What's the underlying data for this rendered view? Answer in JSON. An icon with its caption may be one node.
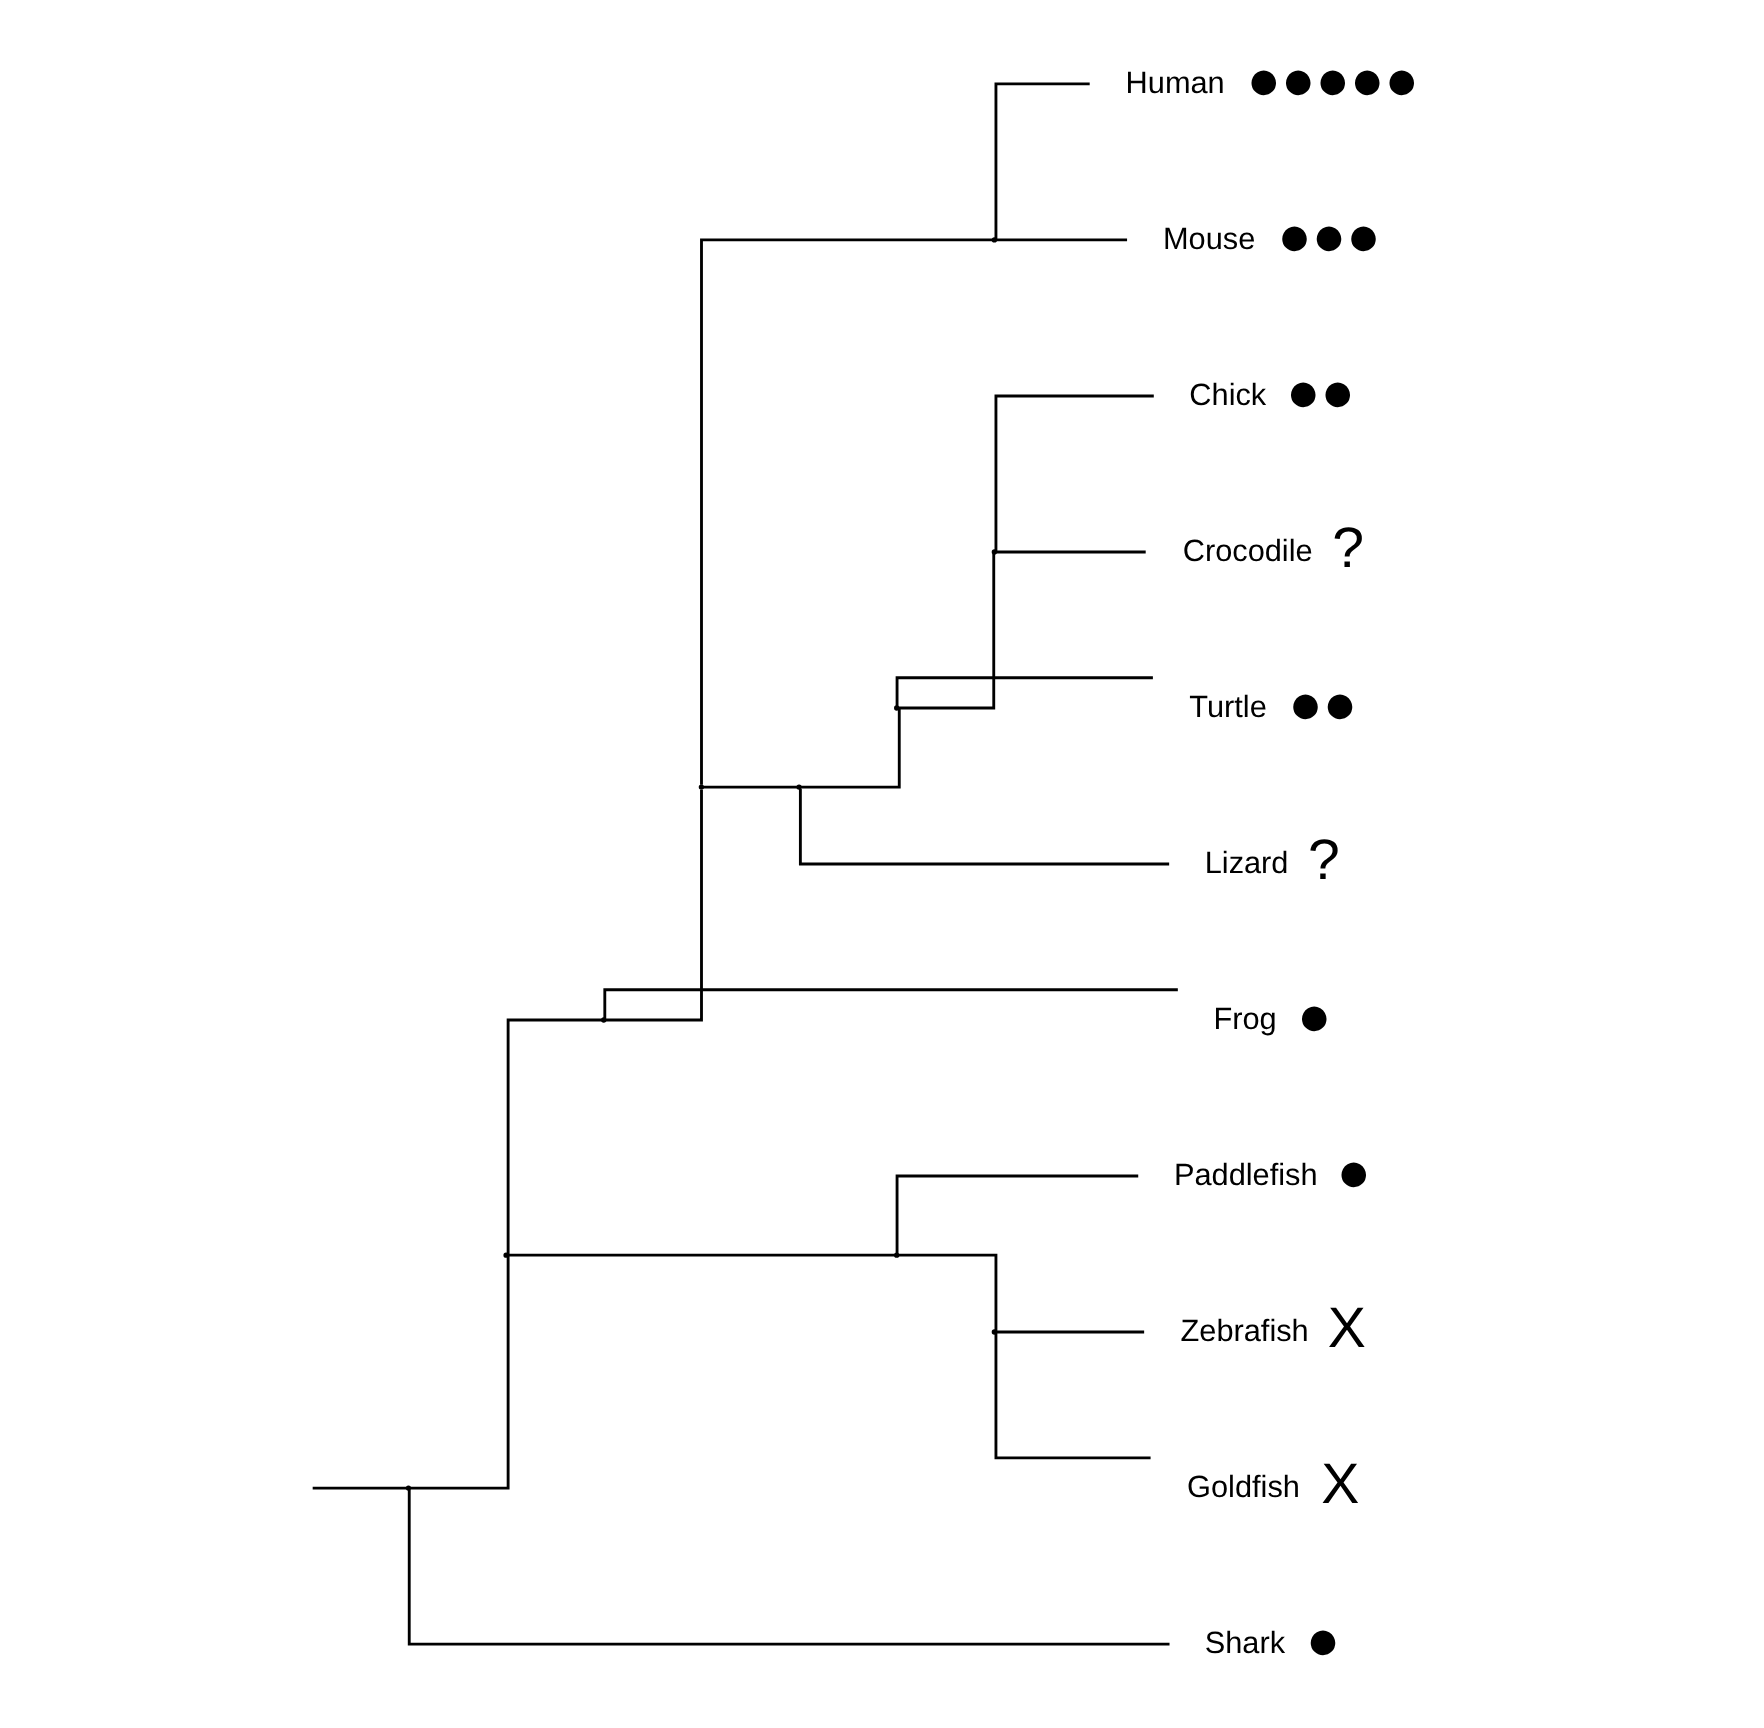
{
  "diagram": {
    "nodes": [
      {
        "text": [
          "Human"
        ],
        "beside": [
          "●●●●●"
        ]
      },
      {
        "text": [
          "Mouse"
        ],
        "beside": [
          "●●●"
        ]
      },
      {
        "text": [
          "Chick"
        ],
        "beside": [
          "●●"
        ]
      },
      {
        "text": [
          "Crocodile"
        ],
        "beside": [
          "?"
        ]
      },
      {
        "text": [
          "Turtle"
        ],
        "beside": [
          "●●"
        ]
      },
      {
        "text": [
          "Lizard"
        ],
        "beside": [
          "?"
        ]
      },
      {
        "text": [
          "Frog"
        ],
        "beside": [
          "●"
        ]
      },
      {
        "text": [
          "Paddlefish"
        ],
        "beside": [
          "●"
        ]
      },
      {
        "text": [
          "Zebrafish"
        ],
        "beside": [
          "X"
        ]
      },
      {
        "text": [
          "Goldfish"
        ],
        "beside": [
          "X"
        ]
      },
      {
        "text": [
          "Shark"
        ],
        "beside": [
          "●"
        ]
      },
      {
        "text": [],
        "shape": "point"
      },
      {
        "text": [],
        "shape": "point"
      },
      {
        "text": [],
        "shape": "point"
      },
      {
        "text": [],
        "shape": "point"
      },
      {
        "text": [],
        "shape": "point"
      },
      {
        "text": [],
        "shape": "point"
      },
      {
        "text": [],
        "shape": "point"
      },
      {
        "text": [],
        "shape": "point"
      },
      {
        "text": [],
        "shape": "point"
      },
      {
        "text": [],
        "shape": "point"
      }
    ],
    "edges": [
      {
        "from": null,
        "to": 11,
        "arrow": "none"
      },
      {
        "from": 11,
        "to": 12,
        "arrow": "none"
      },
      {
        "from": 11,
        "to": 10,
        "arrow": "none"
      },
      {
        "from": 12,
        "to": 13,
        "arrow": "none"
      },
      {
        "from": 12,
        "to": 14,
        "arrow": "none"
      },
      {
        "from": 13,
        "to": 15,
        "arrow": "none"
      },
      {
        "from": 13,
        "to": 6,
        "arrow": "none"
      },
      {
        "from": 15,
        "to": 18,
        "arrow": "none"
      },
      {
        "from": 15,
        "to": 16,
        "arrow": "none"
      },
      {
        "from": 18,
        "to": 0,
        "arrow": "none"
      },
      {
        "from": 18,
        "to": 1,
        "arrow": "none"
      },
      {
        "from": 16,
        "to": 17,
        "arrow": "none"
      },
      {
        "from": 16,
        "to": 5,
        "arrow": "none"
      },
      {
        "from": 17,
        "to": 19,
        "arrow": "none"
      },
      {
        "from": 17,
        "to": 4,
        "arrow": "none"
      },
      {
        "from": 19,
        "to": 2,
        "arrow": "none"
      },
      {
        "from": 19,
        "to": 3,
        "arrow": "none"
      },
      {
        "from": 14,
        "to": 7,
        "arrow": "none"
      },
      {
        "from": 14,
        "to": 20,
        "arrow": "none"
      },
      {
        "from": 20,
        "to": 8,
        "arrow": "none"
      },
      {
        "from": 20,
        "to": 9,
        "arrow": "none"
      }
    ]
  }
}
